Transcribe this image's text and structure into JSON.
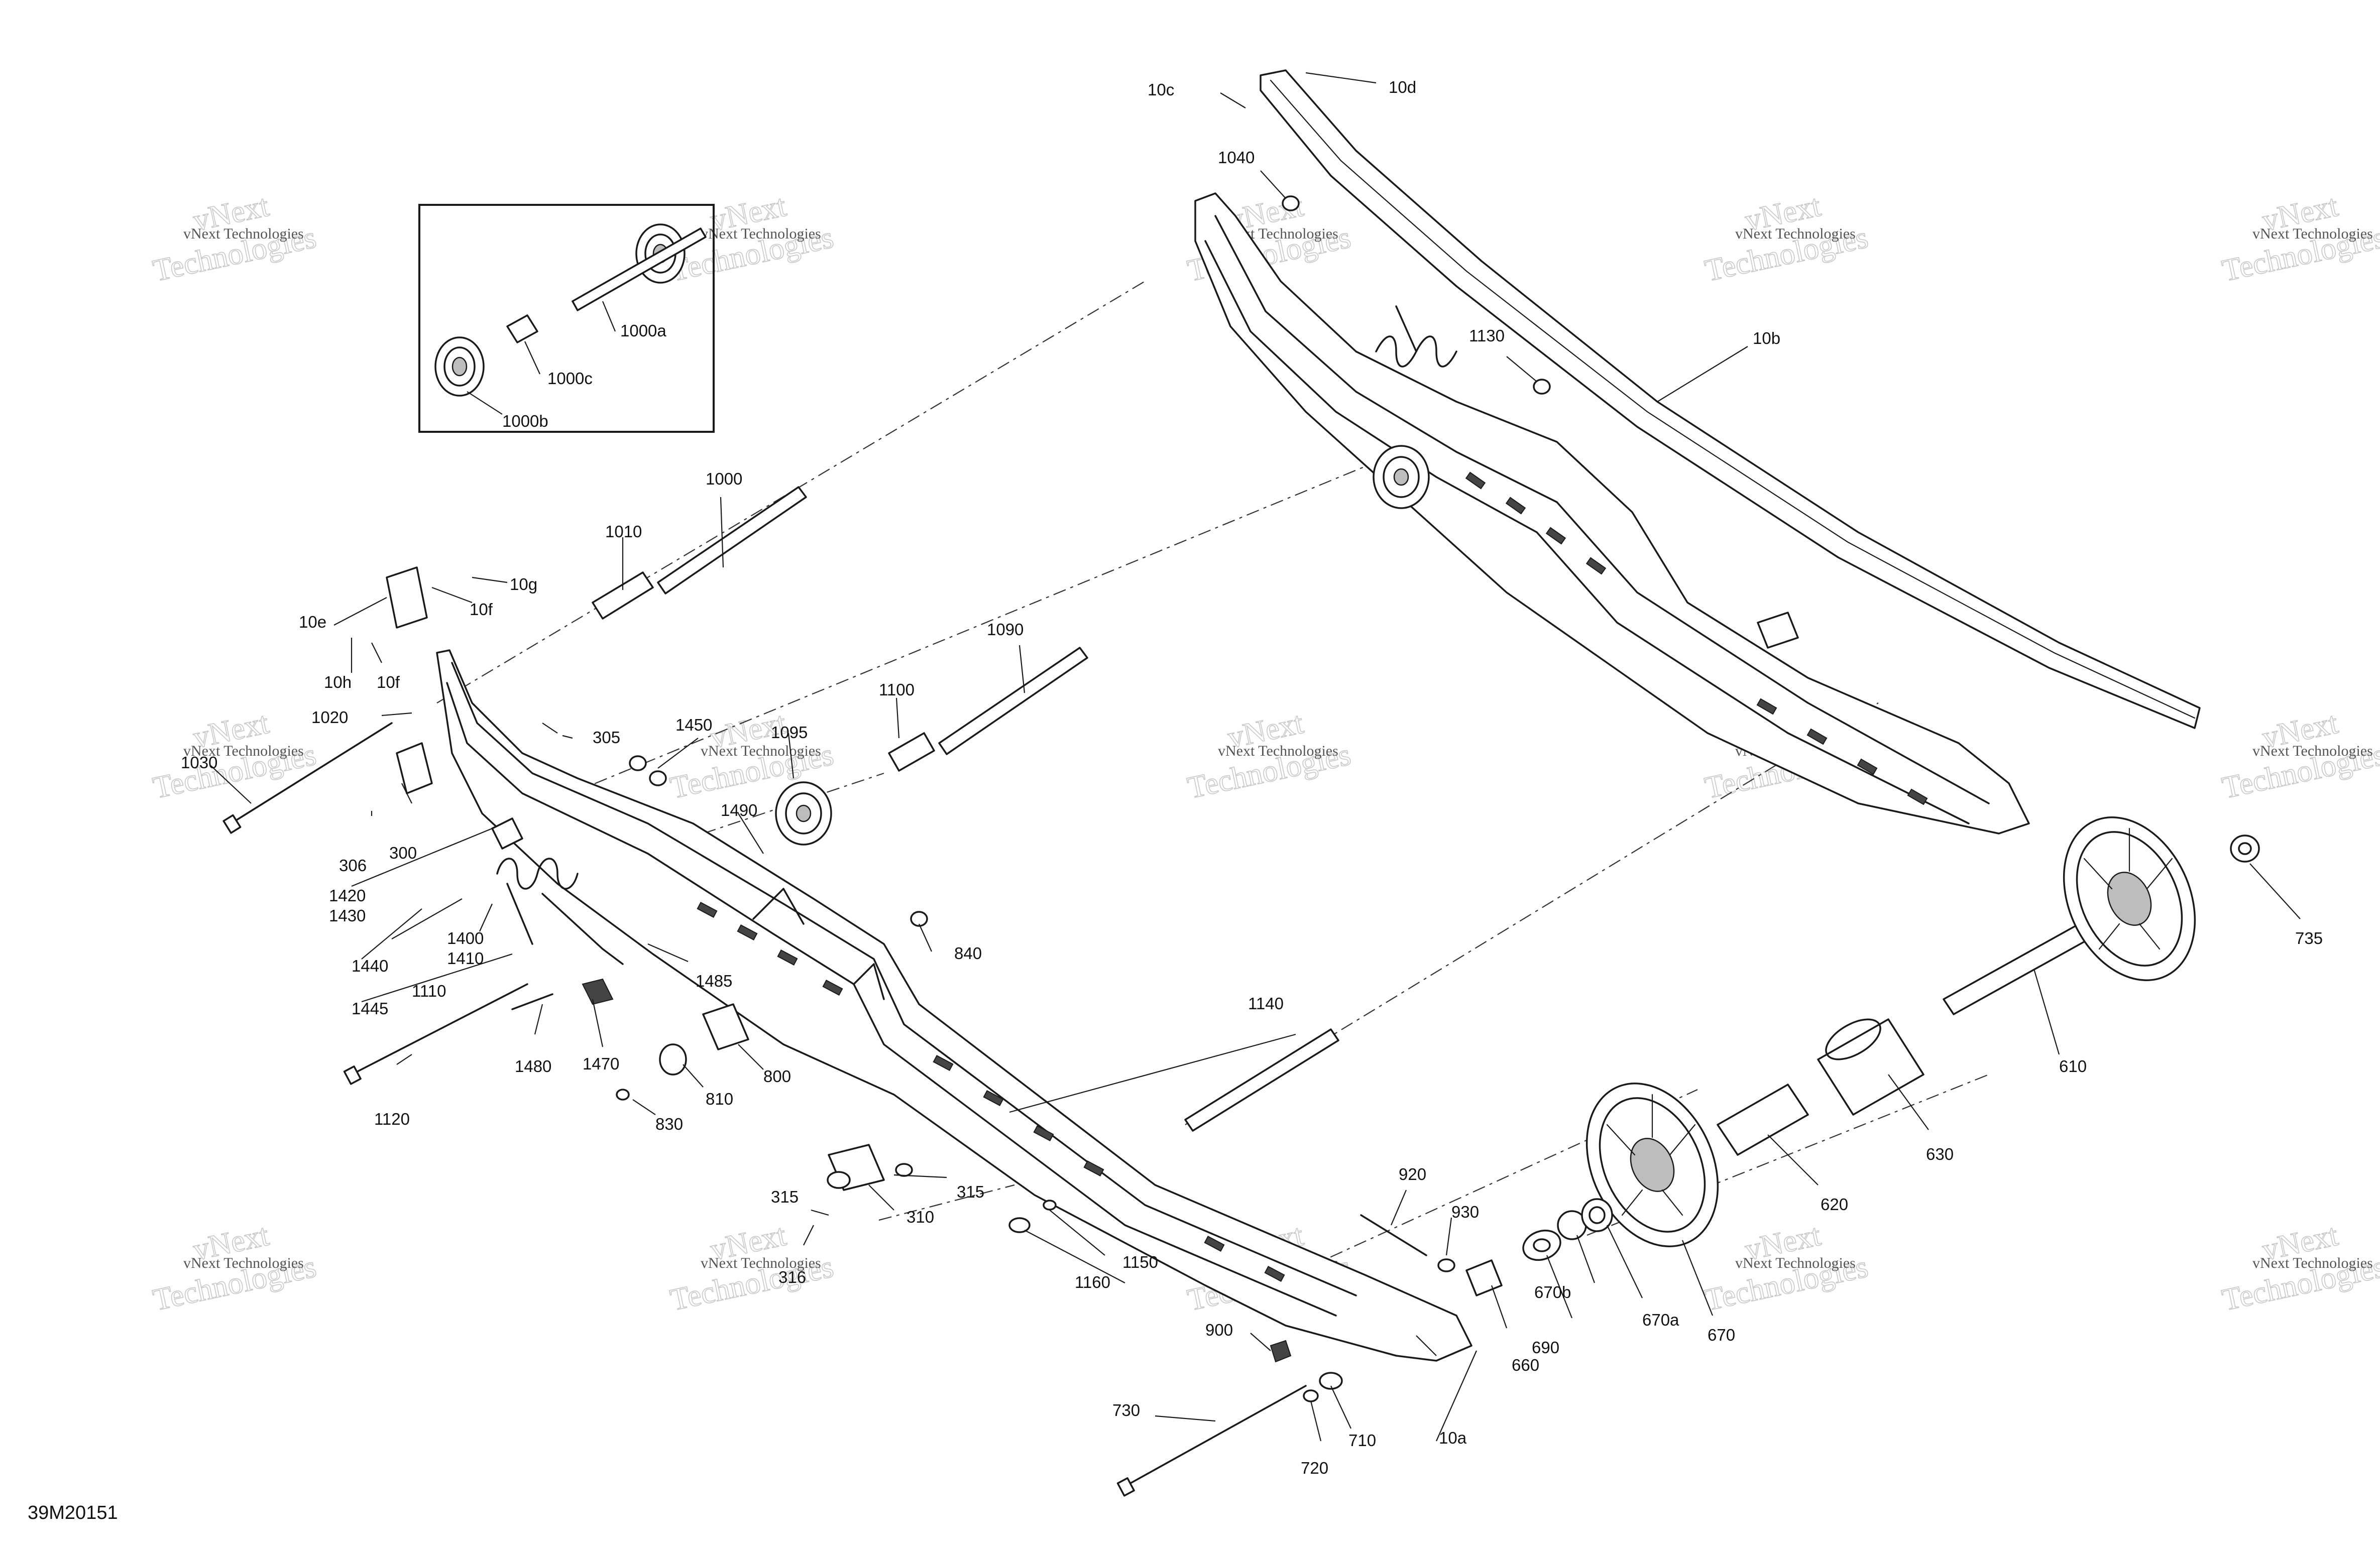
{
  "drawing_code": "39M20151",
  "watermark": {
    "line1": "vNext",
    "line2": "Technologies",
    "small": "vNext Technologies"
  },
  "callouts": {
    "c10a": "10a",
    "c10b": "10b",
    "c10c": "10c",
    "c10d": "10d",
    "c10e": "10e",
    "c10f_a": "10f",
    "c10f_b": "10f",
    "c10g": "10g",
    "c10h": "10h",
    "c300": "300",
    "c305": "305",
    "c306": "306",
    "c310": "310",
    "c315_a": "315",
    "c315_b": "315",
    "c316": "316",
    "c610": "610",
    "c620": "620",
    "c630": "630",
    "c660": "660",
    "c670": "670",
    "c670a": "670a",
    "c670b": "670b",
    "c690": "690",
    "c710": "710",
    "c720": "720",
    "c730": "730",
    "c735": "735",
    "c800": "800",
    "c810": "810",
    "c830": "830",
    "c840": "840",
    "c900": "900",
    "c920": "920",
    "c930": "930",
    "c1000": "1000",
    "c1000a": "1000a",
    "c1000b": "1000b",
    "c1000c": "1000c",
    "c1010": "1010",
    "c1020": "1020",
    "c1030": "1030",
    "c1040": "1040",
    "c1090": "1090",
    "c1095": "1095",
    "c1100": "1100",
    "c1110": "1110",
    "c1120": "1120",
    "c1130": "1130",
    "c1140": "1140",
    "c1150": "1150",
    "c1160": "1160",
    "c1400": "1400",
    "c1410": "1410",
    "c1420": "1420",
    "c1430": "1430",
    "c1440": "1440",
    "c1445": "1445",
    "c1450": "1450",
    "c1470": "1470",
    "c1480": "1480",
    "c1485": "1485",
    "c1490": "1490"
  }
}
